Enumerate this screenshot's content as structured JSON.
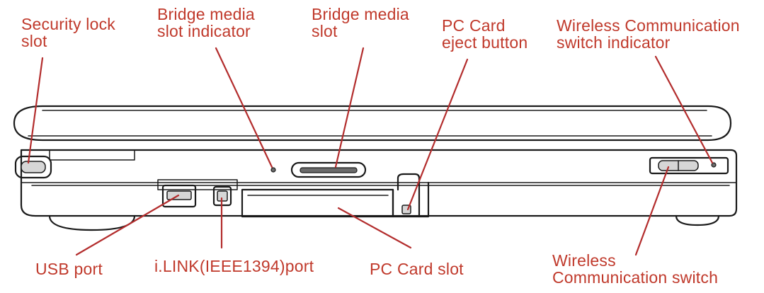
{
  "labels": {
    "security_lock_slot": [
      "Security lock",
      "slot"
    ],
    "bridge_media_slot_indicator": [
      "Bridge media",
      "slot indicator"
    ],
    "bridge_media_slot": [
      "Bridge media",
      "slot"
    ],
    "pc_card_eject_button": [
      "PC Card",
      "eject button"
    ],
    "wireless_switch_indicator": [
      "Wireless Communication",
      "switch indicator"
    ],
    "usb_port": [
      "USB port"
    ],
    "ilink_port": [
      "i.LINK(IEEE1394)port"
    ],
    "pc_card_slot": [
      "PC Card slot"
    ],
    "wireless_switch": [
      "Wireless",
      "Communication switch"
    ]
  },
  "colors": {
    "label": "#c0392b",
    "leader": "#b32d2d",
    "outline": "#1a1a1a"
  }
}
